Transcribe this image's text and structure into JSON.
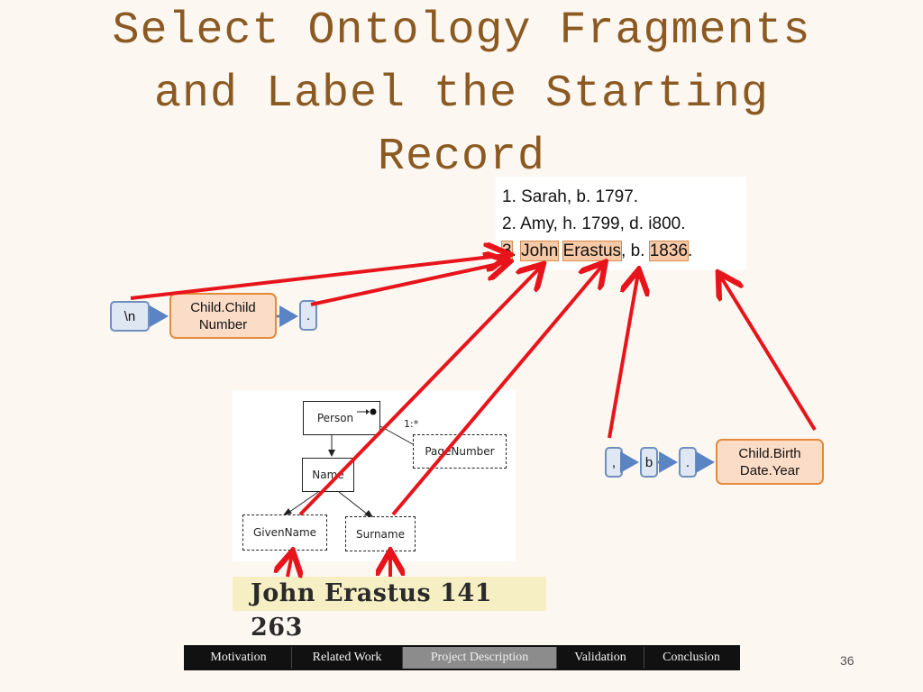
{
  "slide": {
    "title_lines": [
      "Select Ontology Fragments",
      "and Label the Starting",
      "Record"
    ],
    "page_number": "36"
  },
  "record": {
    "line1": "1. Sarah, b. 1797.",
    "line2": "2. Amy, h. 1799, d. i800.",
    "line3": {
      "num": "3",
      "sep1": ".",
      "given": "John",
      "space": " ",
      "surname": "Erastus",
      "mid": ", b. ",
      "year": "1836",
      "end": "."
    }
  },
  "left_fragment": {
    "newline": "\\n",
    "child_number": "Child.Child Number",
    "period": "."
  },
  "right_fragment": {
    "comma": ",",
    "b": "b",
    "period": ".",
    "birth_year": "Child.Birth Date.Year"
  },
  "ontology": {
    "person": "Person",
    "name": "Name",
    "page_number": "PageNumber",
    "given_name": "GivenName",
    "surname": "Surname",
    "multiplicity": "1:*"
  },
  "handwriting": "John Erastus 141 263",
  "nav": {
    "items": [
      "Motivation",
      "Related Work",
      "Project Description",
      "Validation",
      "Conclusion"
    ],
    "active_index": 2
  },
  "colors": {
    "title": "#8b5a22",
    "arrow": "#e8141b",
    "highlight": "#f7c9a6",
    "blue_box": "#dfe7f3",
    "orange_box": "#fbdcc7"
  }
}
